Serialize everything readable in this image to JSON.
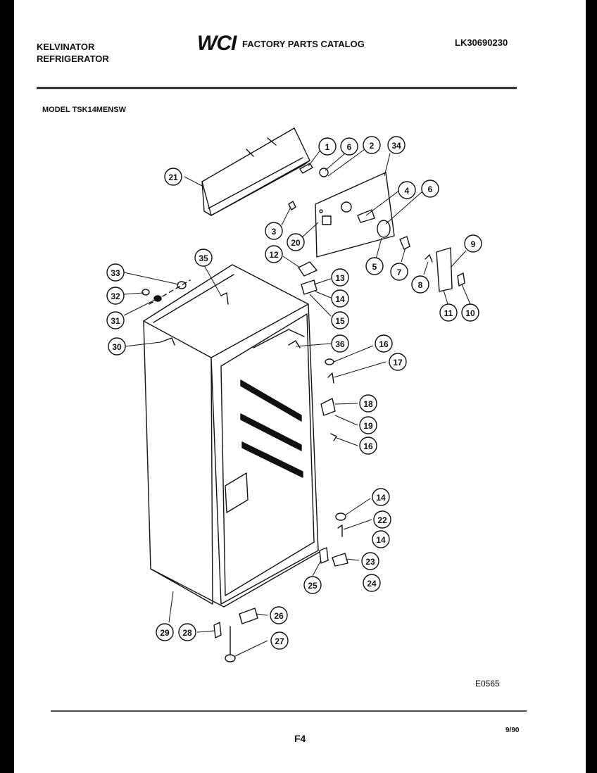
{
  "header": {
    "brand": "KELVINATOR",
    "product": "REFRIGERATOR",
    "logo_text": "WCI",
    "catalog_title": "FACTORY PARTS CATALOG",
    "catalog_number": "LK30690230",
    "model": "MODEL TSK14MENSW"
  },
  "footer": {
    "drawing_code": "E0565",
    "page": "F4",
    "date": "9/90"
  },
  "callouts": {
    "c1": "1",
    "c6a": "6",
    "c2": "2",
    "c34": "34",
    "c21": "21",
    "c4": "4",
    "c6b": "6",
    "c3": "3",
    "c20": "20",
    "c12": "12",
    "c5": "5",
    "c7": "7",
    "c9": "9",
    "c8": "8",
    "c35": "35",
    "c33": "33",
    "c13": "13",
    "c32": "32",
    "c14a": "14",
    "c31": "31",
    "c15": "15",
    "c11": "11",
    "c10": "10",
    "c30": "30",
    "c36": "36",
    "c16a": "16",
    "c17": "17",
    "c18": "18",
    "c19": "19",
    "c16b": "16",
    "c14b": "14",
    "c22": "22",
    "c14c": "14",
    "c23": "23",
    "c25": "25",
    "c24": "24",
    "c26": "26",
    "c29": "29",
    "c28": "28",
    "c27": "27"
  }
}
